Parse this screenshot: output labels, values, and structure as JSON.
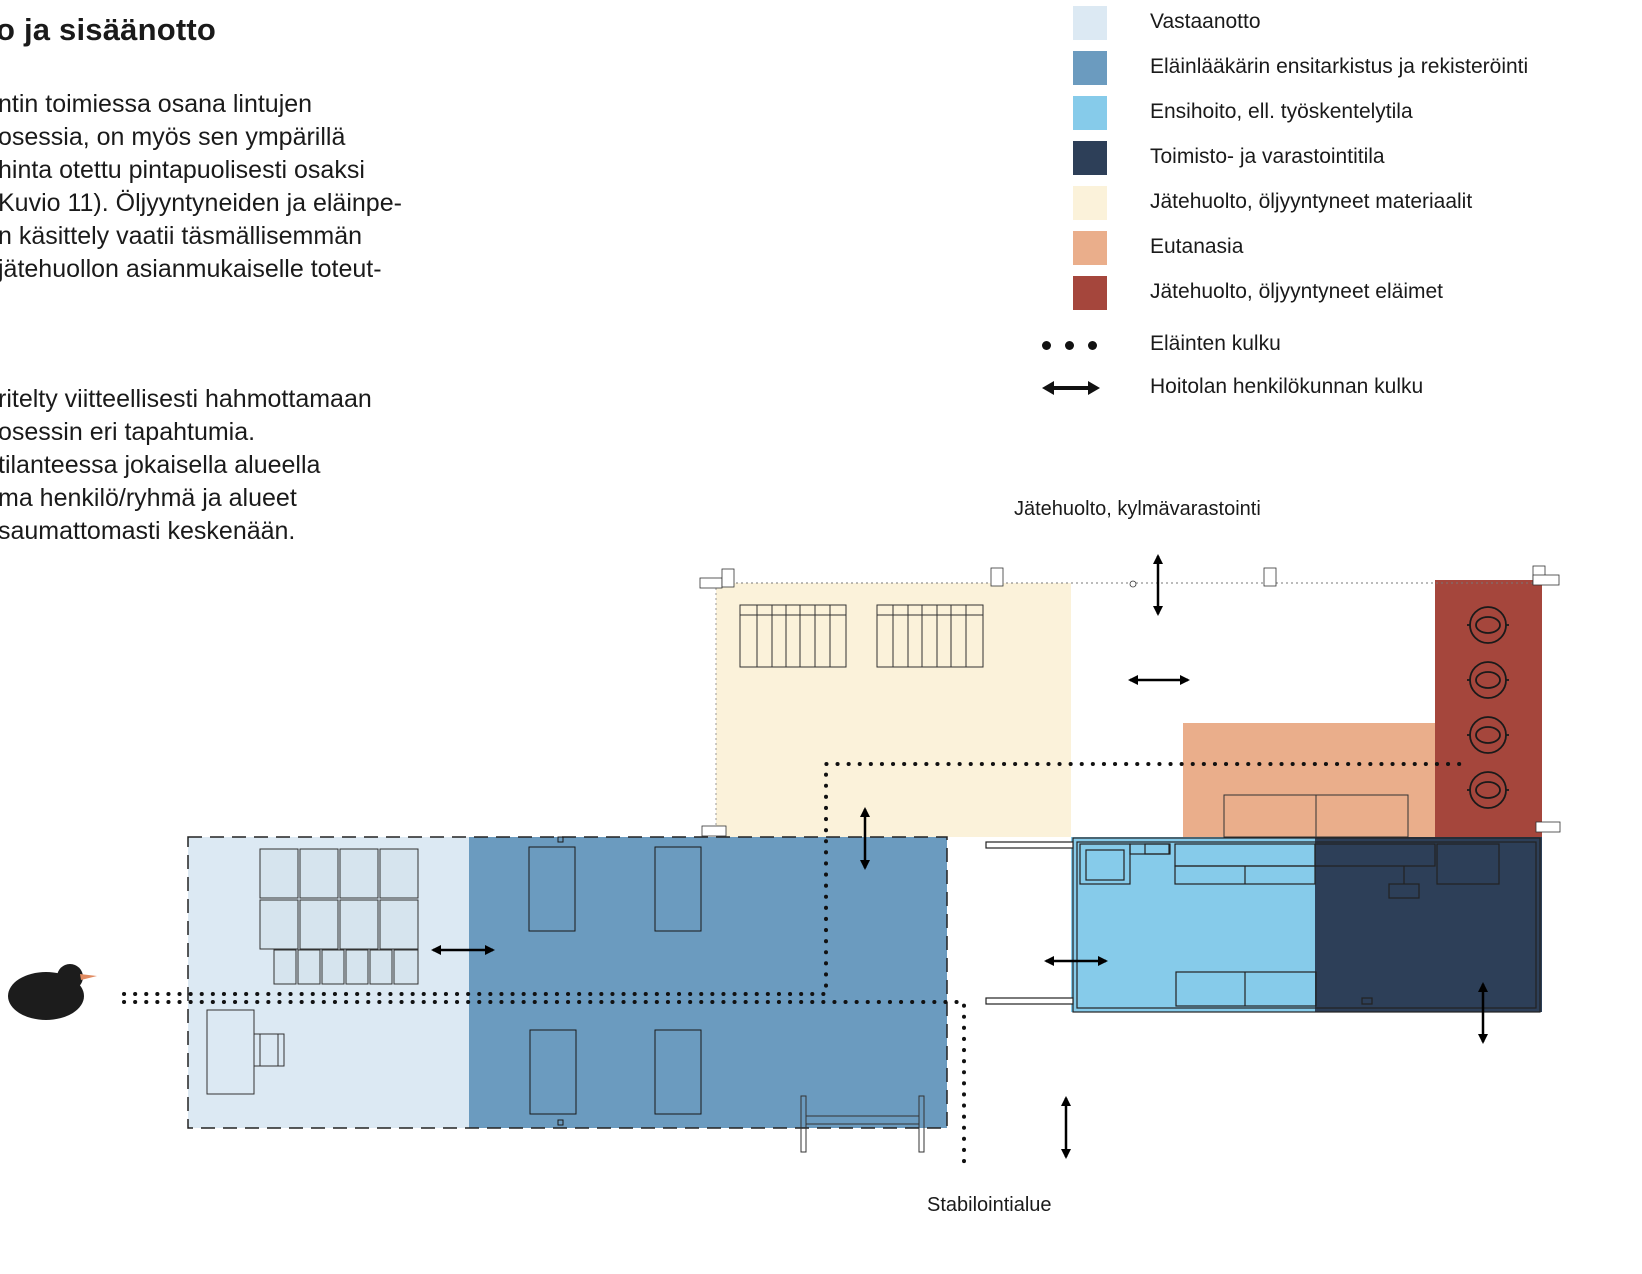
{
  "text": {
    "heading": "o ja sisäänotto",
    "paragraph1": [
      "ntin toimiessa osana lintujen",
      "osessia, on myös sen ympärillä",
      "hinta otettu pintapuolisesti osaksi",
      "Kuvio 11). Öljyyntyneiden ja eläinpe-",
      "n käsittely vaatii täsmällisemmän",
      "jätehuollon asianmukaiselle toteut-"
    ],
    "paragraph2": [
      "ritelty viitteellisesti hahmottamaan",
      "osessin eri tapahtumia.",
      " tilanteessa jokaisella alueella",
      "ma henkilö/ryhmä ja alueet",
      "saumattomasti keskenään."
    ]
  },
  "legend": [
    {
      "label": "Vastaanotto",
      "color": "#dce9f3",
      "icon": "swatch"
    },
    {
      "label": "Eläinlääkärin ensitarkistus ja rekisteröinti",
      "color": "#6b9bbf",
      "icon": "swatch"
    },
    {
      "label": "Ensihoito, ell. työskentelytila",
      "color": "#86cbea",
      "icon": "swatch"
    },
    {
      "label": "Toimisto- ja varastointitila",
      "color": "#2d3f58",
      "icon": "swatch"
    },
    {
      "label": "Jätehuolto, öljyyntyneet materiaalit",
      "color": "#fbf2da",
      "icon": "swatch"
    },
    {
      "label": "Eutanasia",
      "color": "#eaae8b",
      "icon": "swatch"
    },
    {
      "label": "Jätehuolto, öljyyntyneet eläimet",
      "color": "#a5463c",
      "icon": "swatch"
    },
    {
      "label": "Eläinten kulku",
      "color": "#111111",
      "icon": "dotted-path-icon"
    },
    {
      "label": "Hoitolan henkilökunnan kulku",
      "color": "#111111",
      "icon": "double-arrow-icon"
    }
  ],
  "labels": {
    "top_area": "Jätehuolto, kylmävarastointi",
    "bottom_area": "Stabilointialue"
  }
}
